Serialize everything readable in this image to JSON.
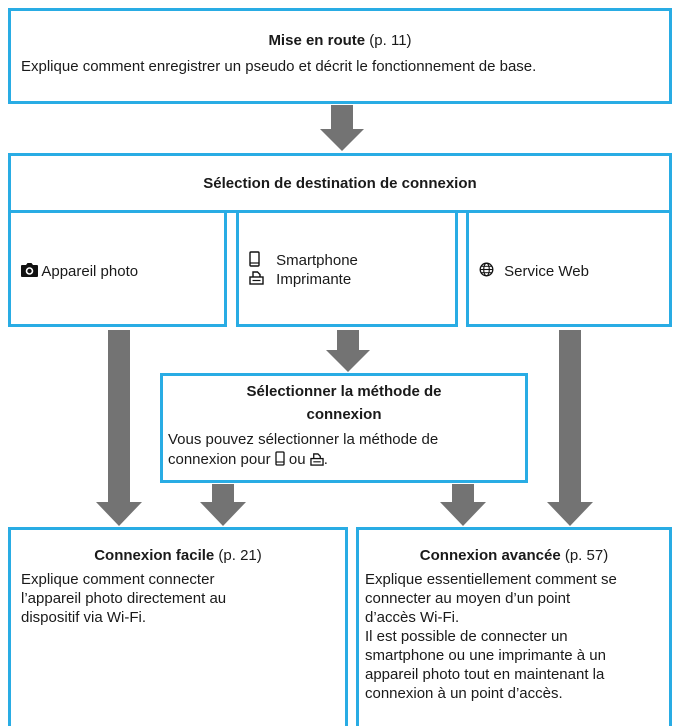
{
  "start": {
    "title": "Mise en route",
    "page_ref": "(p. 11)",
    "description": "Explique comment enregistrer un pseudo et décrit le fonctionnement de base."
  },
  "destination": {
    "title": "Sélection de destination de connexion",
    "options": {
      "camera": "Appareil photo",
      "smartphone": "Smartphone",
      "printer": "Imprimante",
      "web": "Service Web"
    }
  },
  "method": {
    "title_line1": "Sélectionner la méthode de",
    "title_line2": "connexion",
    "desc_line1": "Vous pouvez sélectionner la méthode de",
    "desc_line2_prefix": "connexion pour",
    "desc_line2_or": "ou",
    "desc_line2_suffix": "."
  },
  "easy": {
    "title": "Connexion facile",
    "page_ref": "(p. 21)",
    "lines": [
      "Explique comment connecter",
      "l’appareil photo directement au",
      "dispositif via Wi-Fi."
    ]
  },
  "advanced": {
    "title": "Connexion avancée",
    "page_ref": "(p. 57)",
    "lines": [
      "Explique essentiellement comment se",
      "connecter au moyen d’un point",
      "d’accès Wi-Fi.",
      "Il est possible de connecter un",
      "smartphone ou une imprimante à un",
      "appareil photo tout en maintenant la",
      "connexion à un point d’accès."
    ]
  },
  "colors": {
    "border": "#29ace4",
    "arrow": "#737373"
  },
  "icons": [
    "camera-icon",
    "smartphone-icon",
    "printer-icon",
    "globe-icon"
  ]
}
